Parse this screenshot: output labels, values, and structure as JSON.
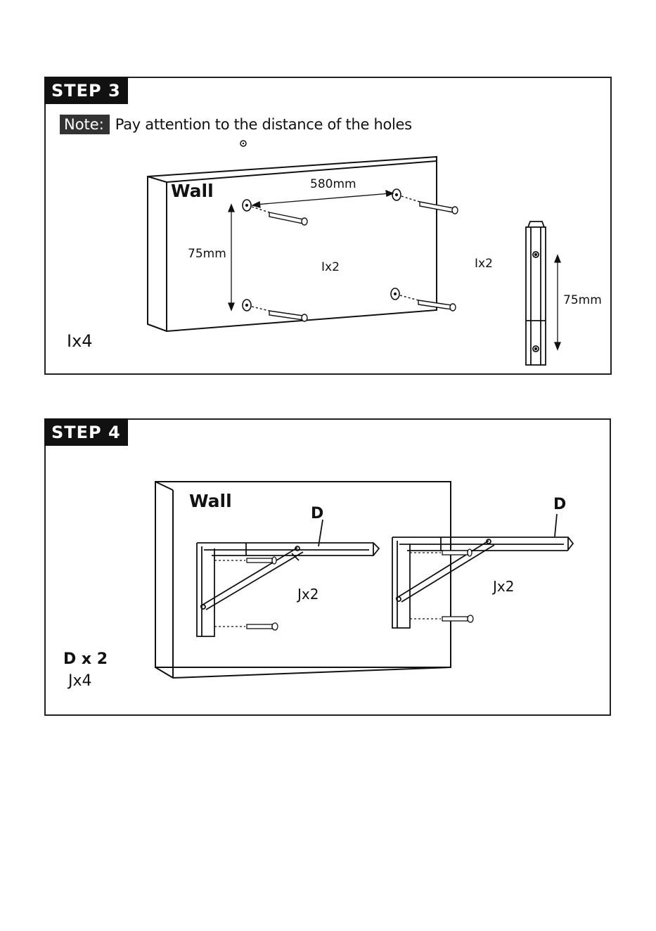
{
  "step3": {
    "badge": "STEP 3",
    "note_tag": "Note:",
    "note_text": "Pay attention to the distance of the holes",
    "wall_label": "Wall",
    "horizontal_distance": "580mm",
    "vertical_distance": "75mm",
    "anchor_qty_center": "Ix2",
    "anchor_qty_right": "Ix2",
    "bracket_distance": "75mm",
    "total_qty": "Ix4"
  },
  "step4": {
    "badge": "STEP 4",
    "wall_label": "Wall",
    "bracket_label_left": "D",
    "bracket_label_right": "D",
    "screw_qty_left": "Jx2",
    "screw_qty_right": "Jx2",
    "total_bracket_qty": "D x 2",
    "total_screw_qty": "Jx4"
  }
}
